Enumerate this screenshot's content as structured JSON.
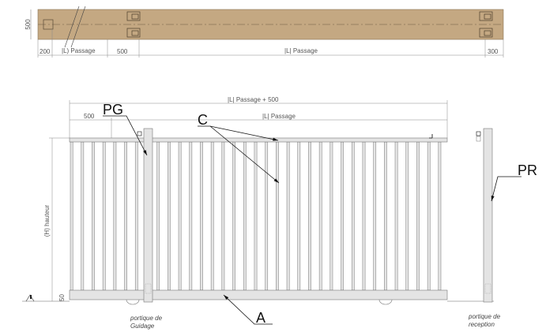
{
  "plan": {
    "width_dim": "500",
    "dim_200": "200",
    "dim_passage_left": "|L) Passage",
    "dim_500": "500",
    "dim_passage": "|L| Passage",
    "dim_300": "300",
    "colors": {
      "slab": "#c4a882",
      "outline": "#6b5a44"
    }
  },
  "elevation": {
    "dim_total": "|L| Passage + 500",
    "dim_500": "500",
    "dim_passage": "|L| Passage",
    "dim_height": "(H) hauteur",
    "dim_50": "50",
    "label_pg": "PG",
    "label_c": "C",
    "label_pr": "PR",
    "label_a": "A",
    "guide_line1": "portique de",
    "guide_line2": "Guidage",
    "reception_line1": "portique de",
    "reception_line2": "reception",
    "colors": {
      "frame": "#e4e4e4",
      "stroke": "#777"
    }
  }
}
